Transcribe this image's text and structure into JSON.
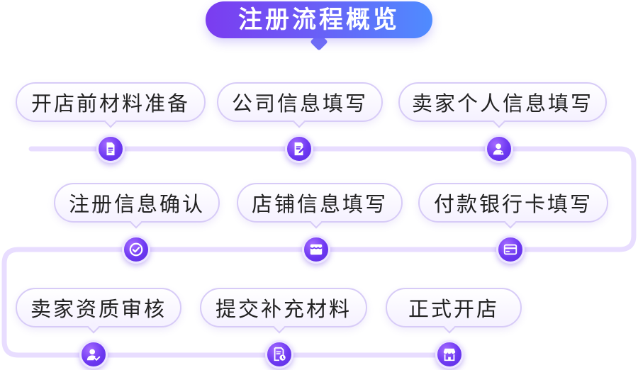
{
  "header": {
    "title": "注册流程概览"
  },
  "colors": {
    "accent": "#6d38f2",
    "accent_light": "#a56bff",
    "path": "#e8ddff",
    "card_border": "#d7cbf7"
  },
  "steps": [
    {
      "label": "开店前材料准备",
      "icon": "document-icon"
    },
    {
      "label": "公司信息填写",
      "icon": "edit-document-icon"
    },
    {
      "label": "卖家个人信息填写",
      "icon": "user-profile-icon"
    },
    {
      "label": "注册信息确认",
      "icon": "check-circle-icon"
    },
    {
      "label": "店铺信息填写",
      "icon": "store-awning-icon"
    },
    {
      "label": "付款银行卡填写",
      "icon": "credit-card-icon"
    },
    {
      "label": "卖家资质审核",
      "icon": "user-verify-icon"
    },
    {
      "label": "提交补充材料",
      "icon": "document-clock-icon"
    },
    {
      "label": "正式开店",
      "icon": "shop-front-icon"
    }
  ]
}
